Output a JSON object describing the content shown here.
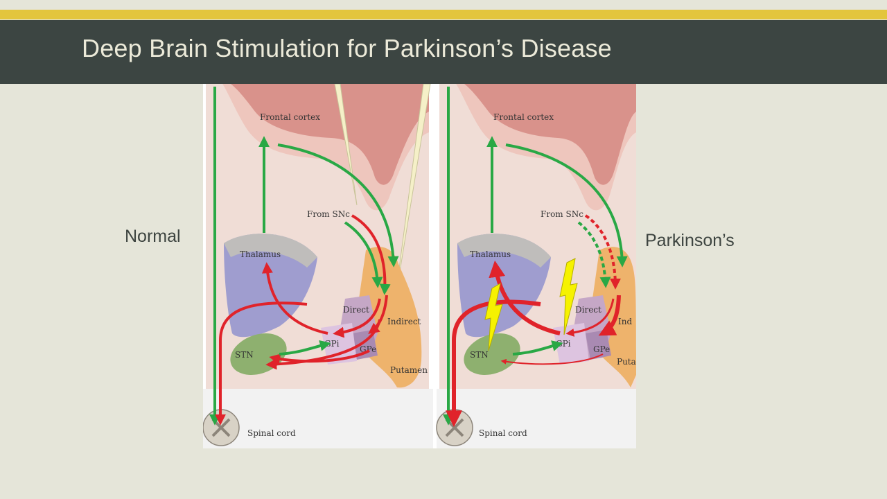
{
  "slide": {
    "title": "Deep Brain Stimulation for Parkinson’s Disease",
    "left_label": "Normal",
    "right_label": "Parkinson’s"
  },
  "diagram": {
    "labels": {
      "frontal_cortex": "Frontal cortex",
      "from_snc": "From SNc",
      "thalamus": "Thalamus",
      "direct": "Direct",
      "indirect": "Indirect",
      "gpi": "GPi",
      "gpe": "GPe",
      "stn": "STN",
      "putamen": "Putamen",
      "putamen_cut": "Puta",
      "indirect_cut": "Ind",
      "spinal_cord": "Spinal cord"
    },
    "colors": {
      "excitatory": "#29a845",
      "inhibitory": "#e0232a",
      "stimulation": "#f6f200",
      "accent_bar": "#e3c53d",
      "header_bg": "#3c4542"
    }
  }
}
